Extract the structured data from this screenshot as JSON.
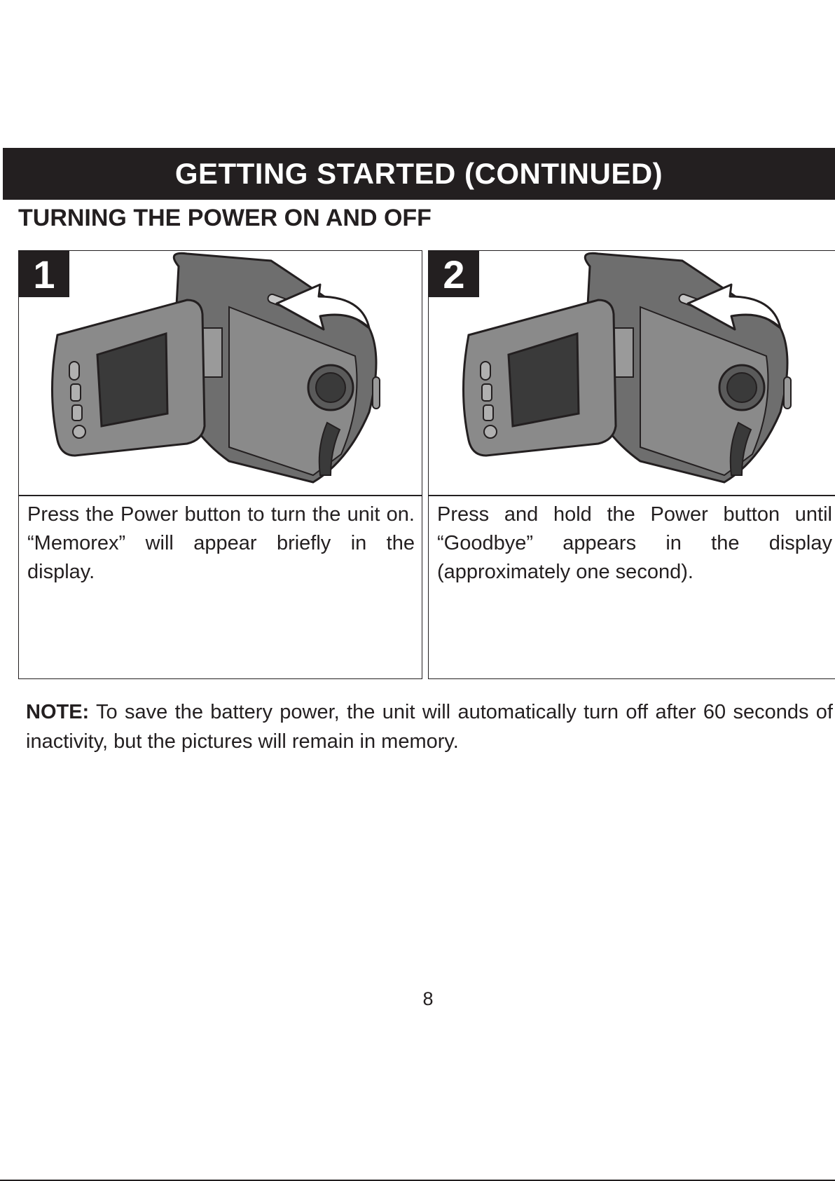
{
  "header": {
    "title": "GETTING STARTED (CONTINUED)"
  },
  "section": {
    "title": "TURNING THE POWER ON AND OFF"
  },
  "steps": [
    {
      "number": "1",
      "text": "Press the Power button to turn the unit on. “Memorex” will appear briefly in the display.",
      "illustration": "camcorder-open-icon"
    },
    {
      "number": "2",
      "text": "Press and hold the Power button until “Goodbye” appears in the display (approximately one second).",
      "illustration": "camcorder-open-icon"
    }
  ],
  "note": {
    "label": "NOTE:",
    "text": "To save the battery power, the unit will automatically turn off after 60 seconds of inactivity, but the pictures will remain in memory."
  },
  "footer": {
    "page_number": "8"
  },
  "colors": {
    "ink": "#231f20",
    "device_body": "#7d7d7d",
    "device_dark": "#3a3a3a",
    "paper": "#ffffff"
  }
}
